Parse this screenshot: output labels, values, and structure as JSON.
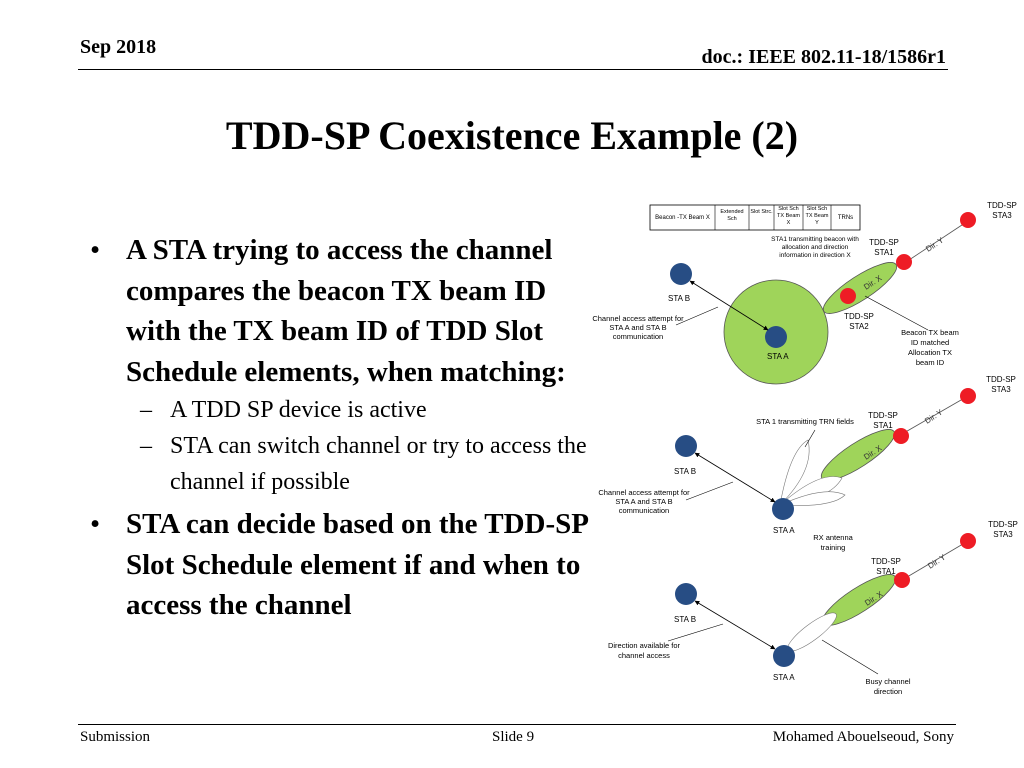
{
  "header": {
    "date": "Sep 2018",
    "doc_id": "doc.: IEEE 802.11-18/1586r1"
  },
  "title": "TDD-SP Coexistence Example (2)",
  "bullets": [
    {
      "text": "A STA trying to access the channel compares the beacon TX beam ID with the TX beam ID of TDD Slot Schedule elements, when matching:",
      "subs": [
        "A TDD SP device is active",
        "STA can switch channel or try to access the channel if possible"
      ]
    },
    {
      "text": "STA can decide based on the TDD-SP Slot Schedule element if and when to access the channel",
      "subs": []
    }
  ],
  "footer": {
    "left": "Submission",
    "center": "Slide 9",
    "right": "Mohamed Abouelseoud, Sony"
  },
  "diagram": {
    "beacon_table": [
      "Beacon -TX Beam X",
      "Extended Sch",
      "Slot Strc.",
      "Slot Sch TX Beam X",
      "Slot Sch TX Beam Y",
      "TRNs"
    ],
    "panel1": {
      "sta1_beacon_note": "STA1 transmitting beacon with allocation and direction information in direction X",
      "tdd_sp_sta1": "TDD-SP STA1",
      "tdd_sp_sta2": "TDD-SP STA2",
      "tdd_sp_sta3": "TDD-SP STA3",
      "dir_x": "Dir. X",
      "dir_y": "Dir. Y",
      "sta_b": "STA B",
      "sta_a": "STA A",
      "channel_access": "Channel access attempt for STA A and STA B communication",
      "beacon_match": "Beacon TX beam ID matched Allocation TX beam ID"
    },
    "panel2": {
      "tdd_sp_sta3": "TDD-SP STA3",
      "tdd_sp_sta1": "TDD-SP STA1",
      "dir_x": "Dir. X",
      "dir_y": "Dir. Y",
      "trn_note": "STA 1 transmitting TRN fields",
      "sta_b": "STA B",
      "sta_a": "STA A",
      "channel_access": "Channel access attempt for STA A and STA B communication",
      "rx_training": "RX antenna training"
    },
    "panel3": {
      "tdd_sp_sta3": "TDD-SP STA3",
      "tdd_sp_sta1": "TDD-SP STA1",
      "dir_x": "Dir. X",
      "dir_y": "Dir. Y",
      "sta_b": "STA B",
      "sta_a": "STA A",
      "direction_available": "Direction available for channel access",
      "busy": "Busy channel direction"
    },
    "colors": {
      "green": "#9fd45a",
      "red": "#ee1c25",
      "blue": "#274d84"
    }
  }
}
